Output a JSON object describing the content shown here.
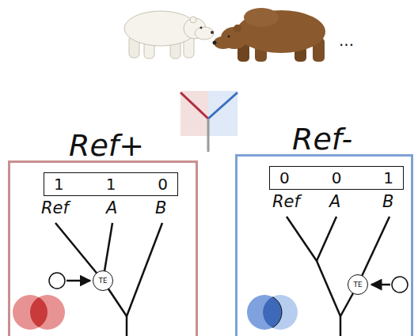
{
  "diagram": {
    "nodes": [
      {
        "text": [
          "Ref+"
        ]
      },
      {
        "text": [
          "1",
          "1",
          "0"
        ],
        "in": 0
      },
      {
        "text": [
          "TE"
        ],
        "in": 0
      },
      {
        "text": [
          "Ref-"
        ]
      },
      {
        "text": [
          "0",
          "0",
          "1"
        ],
        "in": 3
      },
      {
        "text": [
          "TE"
        ],
        "in": 3
      }
    ],
    "labels": [
      "...",
      "Ref",
      "A",
      "B",
      "Ref",
      "A",
      "B"
    ]
  }
}
